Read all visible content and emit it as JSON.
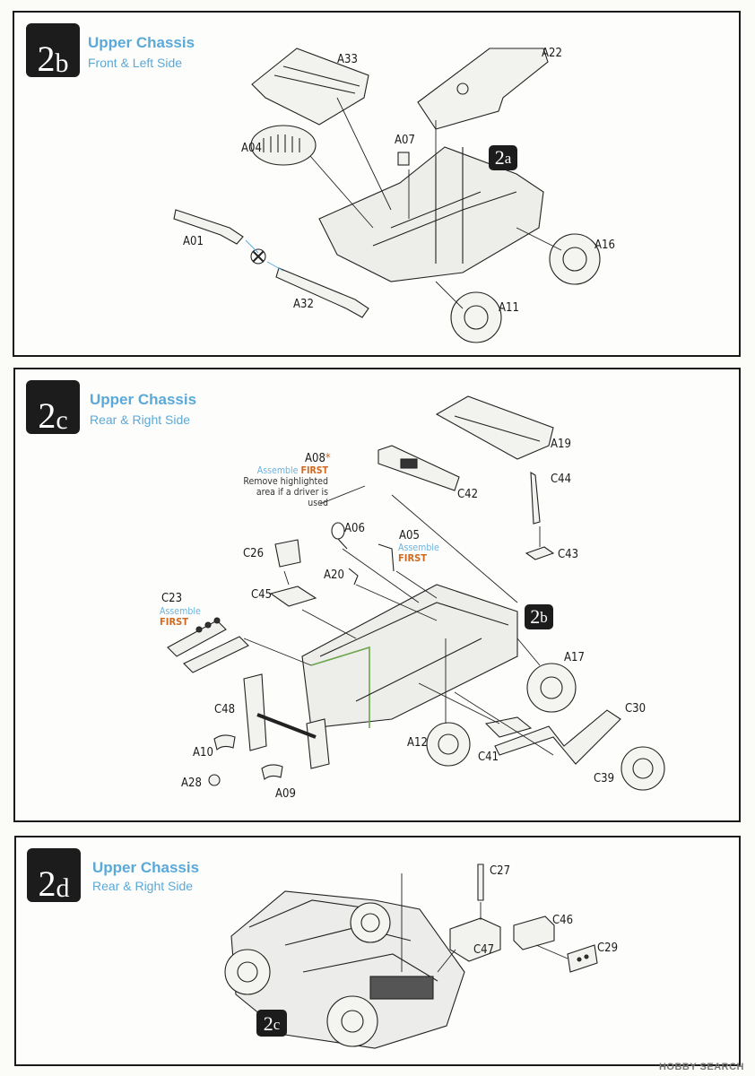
{
  "step_2b": {
    "badge_num": "2",
    "badge_letter": "b",
    "title": "Upper Chassis",
    "subtitle": "Front & Left Side",
    "ref_num": "2",
    "ref_letter": "a",
    "parts": [
      "A33",
      "A22",
      "A04",
      "A07",
      "A01",
      "A16",
      "A32",
      "A11"
    ]
  },
  "step_2c": {
    "badge_num": "2",
    "badge_letter": "c",
    "title": "Upper Chassis",
    "subtitle": "Rear & Right Side",
    "ref_num": "2",
    "ref_letter": "b",
    "parts": [
      "A19",
      "A08",
      "C42",
      "C44",
      "A06",
      "A05",
      "C43",
      "C26",
      "A20",
      "C45",
      "C23",
      "A17",
      "C48",
      "C30",
      "A10",
      "A12",
      "C41",
      "A28",
      "A09",
      "C39"
    ],
    "a08_mark": "*",
    "assemble_label": "Assemble",
    "first_label": "FIRST",
    "a08_note_line1": "Remove highlighted",
    "a08_note_line2": "area if a driver is used"
  },
  "step_2d": {
    "badge_num": "2",
    "badge_letter": "d",
    "title": "Upper Chassis",
    "subtitle": "Rear & Right Side",
    "ref_num": "2",
    "ref_letter": "c",
    "parts": [
      "C27",
      "C46",
      "C29",
      "C47"
    ]
  },
  "watermark": "HOBBY SEARCH"
}
